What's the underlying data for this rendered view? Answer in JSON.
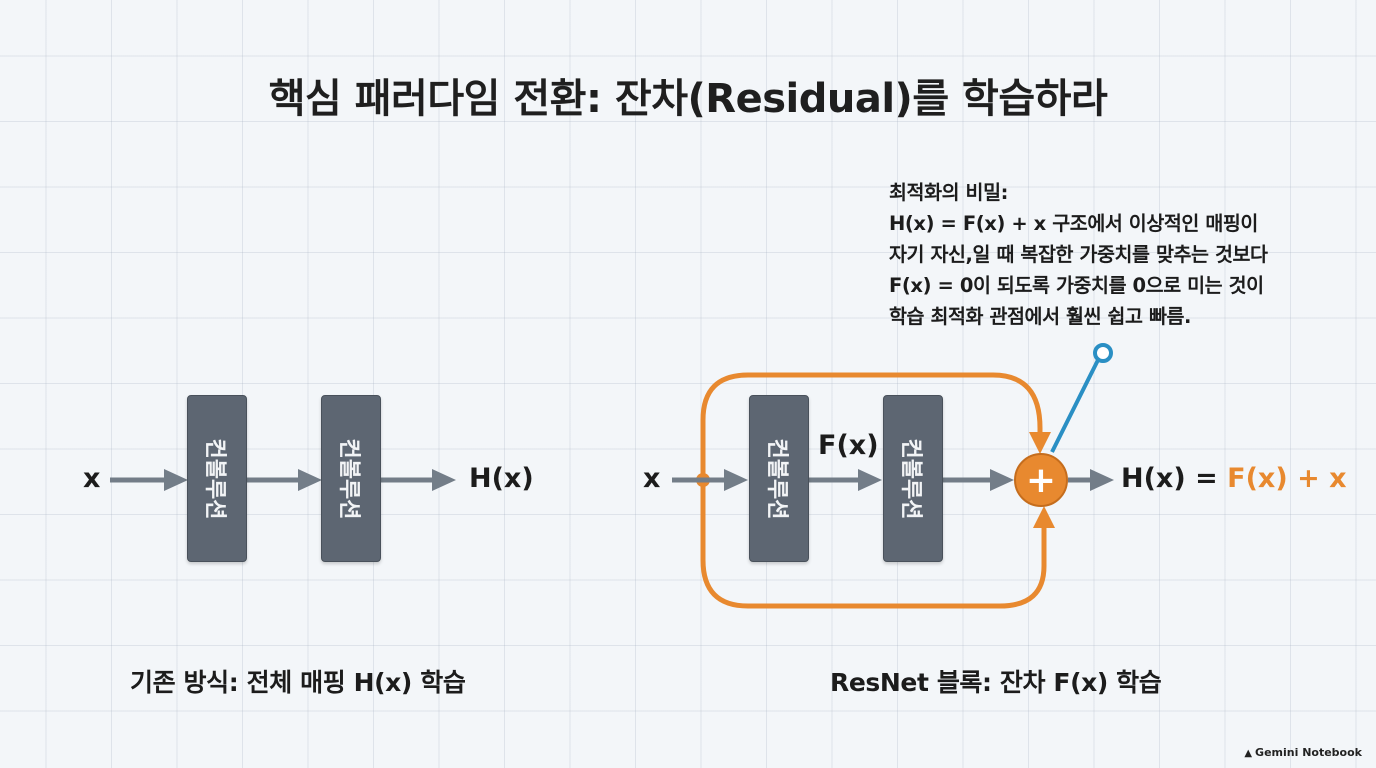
{
  "title": "핵심 패러다임 전환: 잔차(Residual)를 학습하라",
  "note": {
    "heading": "최적화의 비밀:",
    "lines": [
      "H(x) = F(x) + x 구조에서 이상적인 매핑이",
      "자기 자신,일 때 복잡한 가중치를 맞추는 것보다",
      "F(x) = 0이 되도록 가중치를 0으로 미는 것이",
      "학습 최적화 관점에서 훨씬 쉽고 빠름."
    ]
  },
  "left_diagram": {
    "input_label": "x",
    "blocks": [
      "컨볼루션",
      "컨볼루션"
    ],
    "output_label": "H(x)",
    "caption": "기존 방식: 전체 매핑 H(x) 학습"
  },
  "right_diagram": {
    "input_label": "x",
    "blocks": [
      "컨볼루션",
      "컨볼루션"
    ],
    "mid_label": "F(x)",
    "plus_symbol": "+",
    "output_prefix": "H(x) = ",
    "output_highlight": "F(x) + x",
    "caption": "ResNet 블록: 잔차 F(x) 학습"
  },
  "colors": {
    "block": "#5d6672",
    "arrow": "#737d88",
    "accent": "#e8892f",
    "pointer": "#2a8fc4"
  },
  "branding": {
    "icon": "gemini-icon",
    "text": "Gemini Notebook"
  }
}
